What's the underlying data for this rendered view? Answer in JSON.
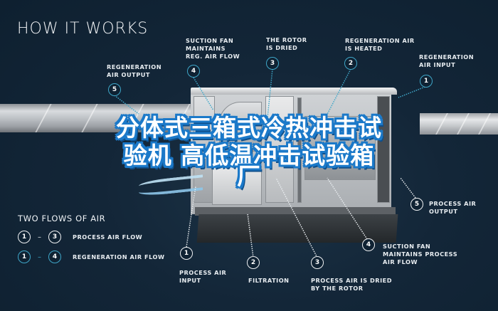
{
  "header": {
    "title": "HOW IT WORKS"
  },
  "colors": {
    "background": "#132638",
    "regeneration_accent": "#3fa7c9",
    "process_accent": "#f1f3f5",
    "overlay_text_stroke": "#1b79c9"
  },
  "overlay": {
    "line1": "分体式三箱式冷热冲击试",
    "line2": "验机  高低温冲击试验箱",
    "line3": "厂"
  },
  "regeneration_steps": [
    {
      "number": "1",
      "label_lines": [
        "REGENERATION",
        "AIR INPUT"
      ]
    },
    {
      "number": "2",
      "label_lines": [
        "REGENERATION AIR",
        "IS HEATED"
      ]
    },
    {
      "number": "3",
      "label_lines": [
        "THE ROTOR",
        "IS DRIED"
      ]
    },
    {
      "number": "4",
      "label_lines": [
        "SUCTION FAN",
        "MAINTAINS",
        "REG. AIR FLOW"
      ]
    },
    {
      "number": "5",
      "label_lines": [
        "REGENERATION",
        "AIR OUTPUT"
      ]
    }
  ],
  "process_steps": [
    {
      "number": "1",
      "label_lines": [
        "PROCESS AIR",
        "INPUT"
      ]
    },
    {
      "number": "2",
      "label_lines": [
        "FILTRATION"
      ]
    },
    {
      "number": "3",
      "label_lines": [
        "PROCESS AIR IS DRIED",
        "BY THE ROTOR"
      ]
    },
    {
      "number": "4",
      "label_lines": [
        "SUCTION FAN",
        "MAINTAINS PROCESS",
        "AIR FLOW"
      ]
    },
    {
      "number": "5",
      "label_lines": [
        "PROCESS AIR",
        "OUTPUT"
      ]
    }
  ],
  "legend": {
    "title": "TWO FLOWS OF AIR",
    "items": [
      {
        "from": "1",
        "to": "3",
        "label": "PROCESS AIR FLOW",
        "style": "white"
      },
      {
        "from": "1",
        "to": "4",
        "label": "REGENERATION AIR FLOW",
        "style": "blue"
      }
    ]
  }
}
